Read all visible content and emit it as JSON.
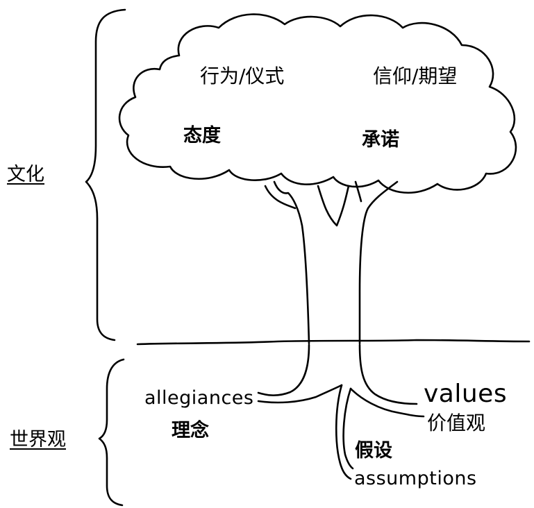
{
  "side_labels": {
    "culture": "文化",
    "worldview": "世界观"
  },
  "canopy_labels": {
    "behavior": "行为/仪式",
    "beliefs": "信仰/期望",
    "attitude": "态度",
    "commitment": "承诺"
  },
  "root_labels": {
    "allegiances": "allegiances",
    "allegiances_cn": "理念",
    "values": "values",
    "values_cn": "价值观",
    "assumptions_cn": "假设",
    "assumptions": "assumptions"
  },
  "colors": {
    "ink": "#000000",
    "background": "#ffffff"
  }
}
